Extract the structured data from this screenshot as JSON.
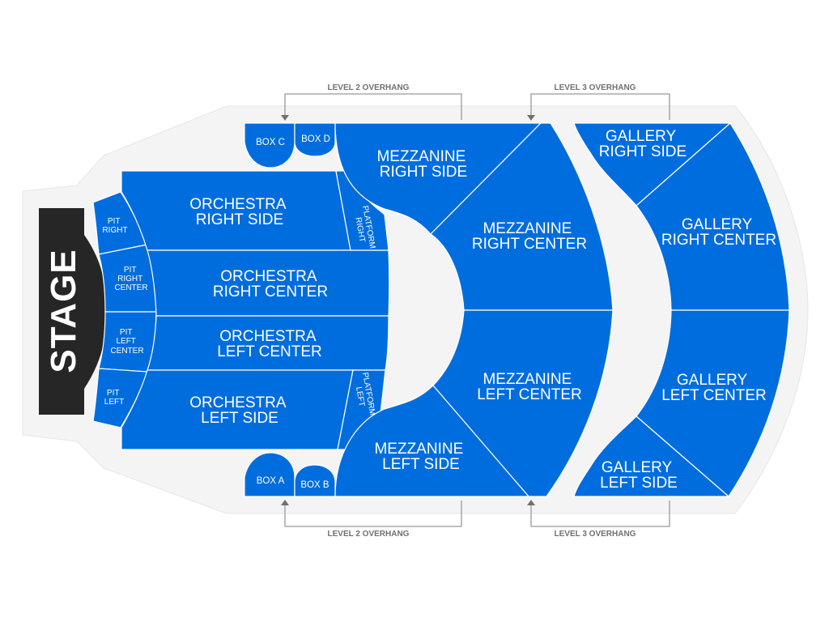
{
  "venue_map": {
    "stage": {
      "label": "STAGE",
      "color": "#262626"
    },
    "section_color": "#006ddf",
    "floor_color": "#f4f4f4",
    "overhangs": {
      "top_level2": "LEVEL 2 OVERHANG",
      "top_level3": "LEVEL 3 OVERHANG",
      "bottom_level2": "LEVEL 2 OVERHANG",
      "bottom_level3": "LEVEL 3 OVERHANG"
    },
    "sections": {
      "pit_right": {
        "line1": "PIT",
        "line2": "RIGHT"
      },
      "pit_right_center": {
        "line1": "PIT",
        "line2": "RIGHT",
        "line3": "CENTER"
      },
      "pit_left_center": {
        "line1": "PIT",
        "line2": "LEFT",
        "line3": "CENTER"
      },
      "pit_left": {
        "line1": "PIT",
        "line2": "LEFT"
      },
      "orchestra_right_side": {
        "line1": "ORCHESTRA",
        "line2": "RIGHT SIDE"
      },
      "orchestra_right_center": {
        "line1": "ORCHESTRA",
        "line2": "RIGHT CENTER"
      },
      "orchestra_left_center": {
        "line1": "ORCHESTRA",
        "line2": "LEFT CENTER"
      },
      "orchestra_left_side": {
        "line1": "ORCHESTRA",
        "line2": "LEFT SIDE"
      },
      "platform_right": {
        "line1": "PLATFORM",
        "line2": "RIGHT"
      },
      "platform_left": {
        "line1": "PLATFORM",
        "line2": "LEFT"
      },
      "box_a": {
        "label": "BOX A"
      },
      "box_b": {
        "label": "BOX B"
      },
      "box_c": {
        "label": "BOX C"
      },
      "box_d": {
        "label": "BOX D"
      },
      "mezzanine_right_side": {
        "line1": "MEZZANINE",
        "line2": "RIGHT SIDE"
      },
      "mezzanine_right_center": {
        "line1": "MEZZANINE",
        "line2": "RIGHT CENTER"
      },
      "mezzanine_left_center": {
        "line1": "MEZZANINE",
        "line2": "LEFT CENTER"
      },
      "mezzanine_left_side": {
        "line1": "MEZZANINE",
        "line2": "LEFT SIDE"
      },
      "gallery_right_side": {
        "line1": "GALLERY",
        "line2": "RIGHT SIDE"
      },
      "gallery_right_center": {
        "line1": "GALLERY",
        "line2": "RIGHT CENTER"
      },
      "gallery_left_center": {
        "line1": "GALLERY",
        "line2": "LEFT CENTER"
      },
      "gallery_left_side": {
        "line1": "GALLERY",
        "line2": "LEFT SIDE"
      }
    }
  }
}
